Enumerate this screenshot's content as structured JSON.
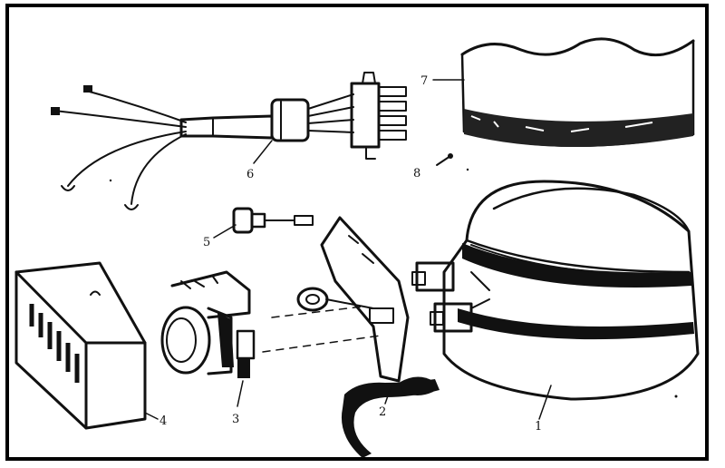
{
  "colors": {
    "ink": "#111111",
    "paper": "#ffffff",
    "frame": "#000000"
  },
  "callouts": {
    "c1": "1",
    "c2": "2",
    "c3": "3",
    "c4": "4",
    "c5": "5",
    "c6": "6",
    "c7": "7",
    "c8": "8"
  },
  "parts": [
    {
      "id": "1",
      "name": "compressor-dome-icon"
    },
    {
      "id": "2",
      "name": "mounting-bracket-icon"
    },
    {
      "id": "3",
      "name": "relay-icon"
    },
    {
      "id": "4",
      "name": "relay-cover-icon"
    },
    {
      "id": "5",
      "name": "overload-protector-icon"
    },
    {
      "id": "6",
      "name": "wire-harness-icon"
    },
    {
      "id": "7",
      "name": "shell-band-icon"
    },
    {
      "id": "8",
      "name": "screw-icon"
    }
  ]
}
